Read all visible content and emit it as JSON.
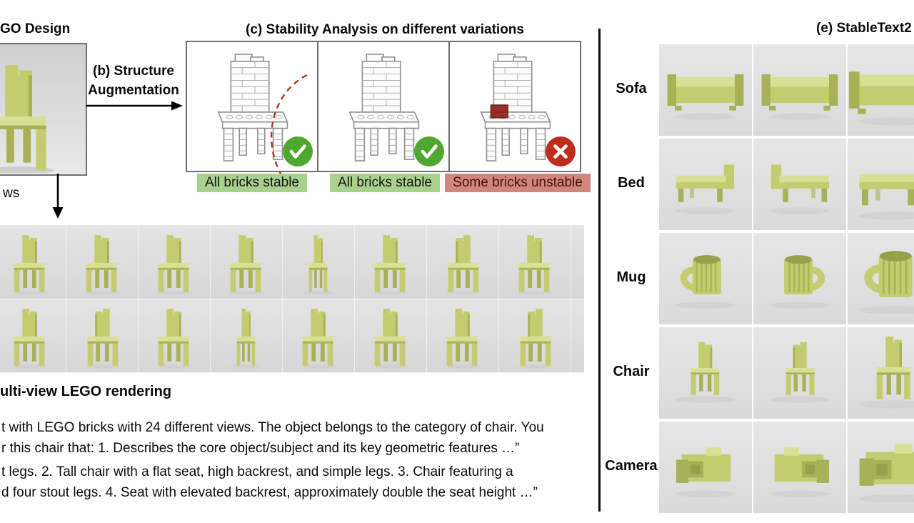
{
  "panel_a": {
    "title_fragment": "GO Design"
  },
  "panel_b": {
    "line1": "(b) Structure",
    "line2": "Augmentation"
  },
  "panel_c": {
    "title": "(c) Stability Analysis on different variations",
    "variations": [
      {
        "status": "stable",
        "label": "All bricks stable"
      },
      {
        "status": "stable",
        "label": "All bricks stable"
      },
      {
        "status": "unstable",
        "label": "Some bricks unstable"
      }
    ]
  },
  "views_label_fragment": "ws",
  "panel_d": {
    "title_fragment": "ulti-view LEGO rendering",
    "paragraph1_line1": "t with LEGO bricks with 24 different views. The object belongs to the category of chair. You",
    "paragraph1_line2": "r this chair that: 1. Describes the core object/subject and its key geometric features …”",
    "paragraph2_line1": "t legs. 2. Tall chair with a flat seat, high backrest, and simple legs. 3. Chair featuring a",
    "paragraph2_line2": "d four stout legs. 4. Seat with elevated backrest, approximately double the seat height …”"
  },
  "panel_e": {
    "title_fragment": "(e) StableText2",
    "columns": 3,
    "categories": [
      {
        "label": "Sofa",
        "shape": "sofa"
      },
      {
        "label": "Bed",
        "shape": "bed"
      },
      {
        "label": "Mug",
        "shape": "mug"
      },
      {
        "label": "Chair",
        "shape": "chair"
      },
      {
        "label": "Camera",
        "shape": "camera"
      }
    ]
  },
  "multiview": {
    "rows": 2,
    "cols": 9
  },
  "icons": {
    "stable": "check-icon",
    "unstable": "cross-icon"
  },
  "colors": {
    "lego_main": "#c3cd6f",
    "lego_light": "#d9e096",
    "lego_dark": "#a7b256",
    "lego_deep": "#97a14b",
    "stable_badge_bg": "#a9d18e",
    "unstable_badge_bg": "#cf867c",
    "unstable_text": "#47120d",
    "check_green": "#4ea72e",
    "cross_red": "#bf2e1a",
    "highlight_brick": "#8f2016",
    "dashed_arc": "#a63a26",
    "wire_stroke": "#8e8f93",
    "render_bg": "#e0e0e0",
    "shadow": "#cfcfcf"
  }
}
